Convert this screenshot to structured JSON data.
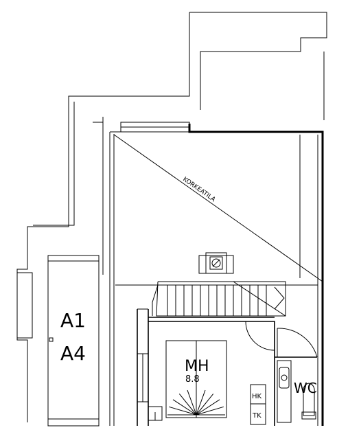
{
  "plan": {
    "labels": {
      "apartment_line1": "A1",
      "apartment_line2": "A4",
      "loft_space": "KORKEATILA",
      "bedroom": "MH",
      "bedroom_area": "8.8",
      "toilet": "WC",
      "linen_closet": "HK",
      "storage_closet": "TK"
    }
  }
}
